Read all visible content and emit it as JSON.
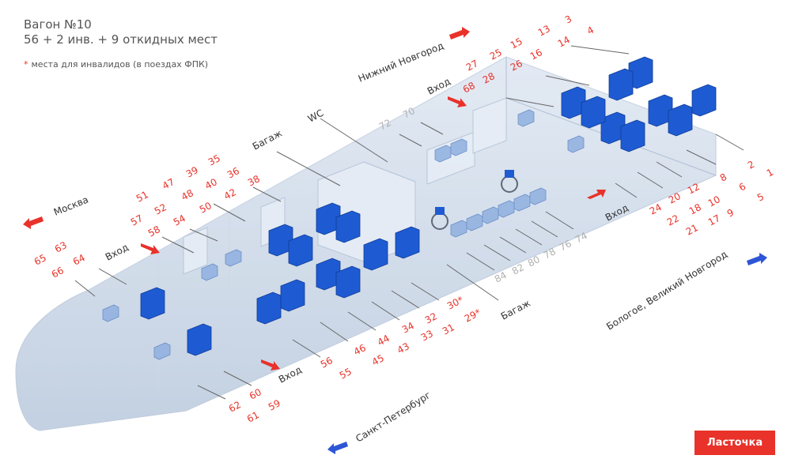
{
  "header": {
    "title": "Вагон №10",
    "subtitle": "56 + 2 инв. + 9 откидных мест",
    "note_star": "*",
    "note": "места для инвалидов (в поездах ФПК)"
  },
  "logo": {
    "text": "Ласточка",
    "color": "#e8322a"
  },
  "colors": {
    "seat_number": "#e8322a",
    "foldable_number": "#b0b0b0",
    "arrow_red": "#e8322a",
    "arrow_blue": "#2d55d6",
    "seat": "#1e5bd2",
    "car_body": "#c8d6e8"
  },
  "destinations": [
    {
      "text": "Нижний Новгород",
      "arrow": "red"
    },
    {
      "text": "Москва",
      "arrow": "red"
    },
    {
      "text": "Санкт-Петербург",
      "arrow": "blue"
    },
    {
      "text": "Бологое, Великий Новгород",
      "arrow": "blue"
    }
  ],
  "areas": {
    "entrances": [
      "Вход",
      "Вход",
      "Вход",
      "Вход"
    ],
    "wc": "WC",
    "luggage": [
      "Багаж",
      "Багаж"
    ]
  },
  "seat_labels": {
    "top_right_1": [
      "3",
      "13",
      "15",
      "25",
      "27",
      "68"
    ],
    "top_right_2": [
      "4",
      "14",
      "16",
      "26",
      "28"
    ],
    "right_1": [
      "1",
      "6",
      "10",
      "12"
    ],
    "right_2": [
      "2",
      "8"
    ],
    "right_3": [
      "5",
      "9",
      "17",
      "18",
      "20",
      "21",
      "22",
      "24"
    ],
    "upper_mid_1": [
      "35",
      "36",
      "38",
      "39",
      "40",
      "42"
    ],
    "upper_mid_2": [
      "47",
      "48",
      "50",
      "51",
      "52",
      "54",
      "57",
      "58"
    ],
    "left": [
      "63",
      "64",
      "65",
      "66"
    ],
    "lower_mid_1": [
      "29*",
      "30*",
      "31",
      "32",
      "33",
      "34"
    ],
    "lower_mid_2": [
      "43",
      "44",
      "45",
      "46",
      "55",
      "56"
    ],
    "lower_left": [
      "59",
      "60",
      "61",
      "62"
    ],
    "foldable_top": [
      "70",
      "72"
    ],
    "foldable_bottom": [
      "74",
      "76",
      "78",
      "80",
      "82",
      "84"
    ]
  }
}
